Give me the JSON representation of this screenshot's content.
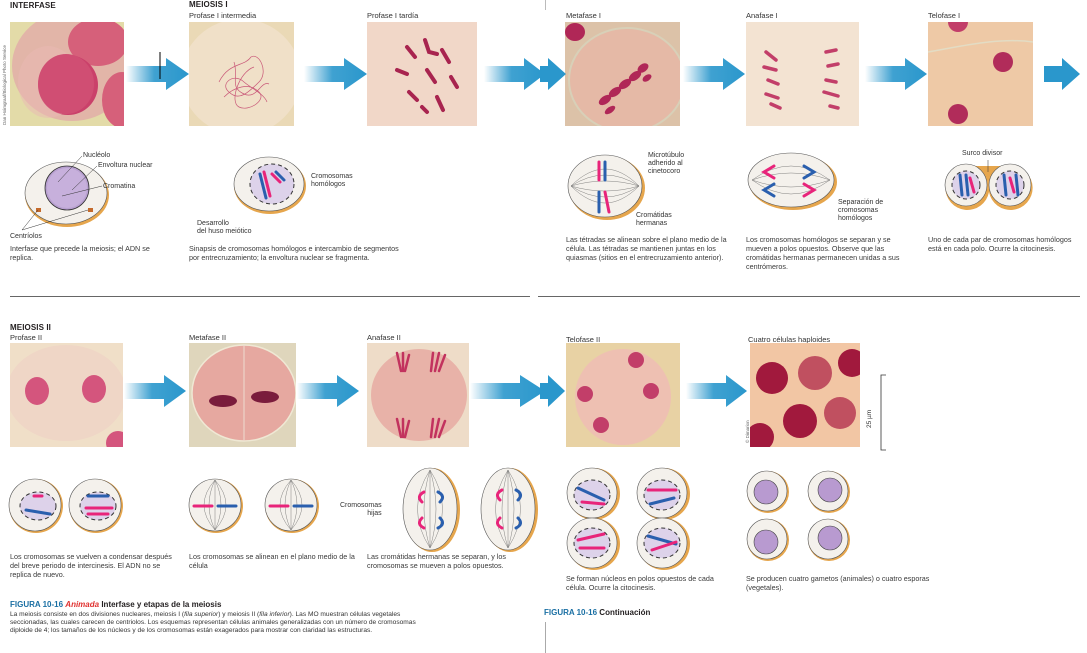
{
  "top_row": {
    "interfase_title": "INTERFASE",
    "meiosis1_title": "MEIOSIS I",
    "photo_credit": "Dan Hoimgraaf/Biological Photo Service",
    "stages": [
      {
        "label": "",
        "caption": "Interfase que precede la meiosis; el ADN se replica."
      },
      {
        "label": "Profase I intermedia",
        "caption": "Sinapsis de cromosomas homólogos e intercambio de segmentos por entrecruzamiento; la envoltura nuclear se fragmenta."
      },
      {
        "label": "Profase I tardía",
        "caption": ""
      },
      {
        "label": "Metafase I",
        "caption": "Las tétradas se alinean sobre el plano medio de la célula. Las tétradas se mantienen juntas en los quiasmas (sitios en el entrecruzamiento anterior)."
      },
      {
        "label": "Anafase I",
        "caption": "Los cromosomas homólogos se separan y se mueven a polos opuestos. Observe que las cromátidas hermanas permanecen unidas a sus centrómeros."
      },
      {
        "label": "Telofase I",
        "caption": "Uno de cada par de cromosomas homólogos está en cada polo. Ocurre la citocinesis."
      }
    ],
    "diagram_labels": {
      "nucleolo": "Nucléolo",
      "envoltura": "Envoltura nuclear",
      "cromatina": "Cromatina",
      "centriolos": "Centríolos",
      "cromosomas_homologos": "Cromosomas\nhomólogos",
      "desarrollo_huso": "Desarrollo\ndel huso meiótico",
      "microtubulo": "Microtúbulo\nadherido al\ncinetocoro",
      "cromatidas_hermanas": "Cromátidas\nhermanas",
      "separacion": "Separación de\ncromosomas\nhomólogos",
      "surco": "Surco divisor"
    }
  },
  "bottom_row": {
    "meiosis2_title": "MEIOSIS II",
    "stages": [
      {
        "label": "Profase II",
        "caption": "Los cromosomas se vuelven a condensar después del breve periodo de intercinesis. El ADN no se replica de nuevo."
      },
      {
        "label": "Metafase II",
        "caption": "Los cromosomas se alinean en el plano medio de la célula"
      },
      {
        "label": "Anafase II",
        "caption": "Las cromátidas hermanas se separan, y los cromosomas se mueven  a polos opuestos."
      },
      {
        "label": "Telofase II",
        "caption": "Se forman núcleos en polos opuestos de cada célula. Ocurre la citocinesis."
      },
      {
        "label": "Cuatro células haploides",
        "caption": "Se producen cuatro gametos (animales) o cuatro esporas (vegetales)."
      }
    ],
    "diagram_labels": {
      "cromosomas_hijas": "Cromosomas\nhijas"
    },
    "scale_bar": "25 µm",
    "photo_credit": "© Dimarion"
  },
  "figure_caption": {
    "number": "FIGURA 10-16",
    "animated": "Animada",
    "title": "Interfase y etapas de la meiosis",
    "body_1": "La meiosis consiste en dos divisiones nucleares, meiosis I (",
    "body_i1": "fila superior",
    "body_2": ") y meiosis II (",
    "body_i2": "fila inferior",
    "body_3": "). Las MO muestran células vegetales seccionadas, las cuales carecen de centriolos. Los esquemas representan células animales generalizadas con un número de cromosomas diploide de 4; los tamaños de los núcleos y de los cromosomas están exagerados para mostrar con claridad las estructuras."
  },
  "continuation_caption": {
    "number": "FIGURA 10-16",
    "title": "Continuación"
  },
  "colors": {
    "arrow_blue": "#2a97cc",
    "chrom_pink": "#e8247a",
    "chrom_blue": "#2a5fae",
    "cell_gold": "#e6a64d",
    "figure_blue": "#1a6fa3",
    "animada_red": "#e0312f"
  }
}
